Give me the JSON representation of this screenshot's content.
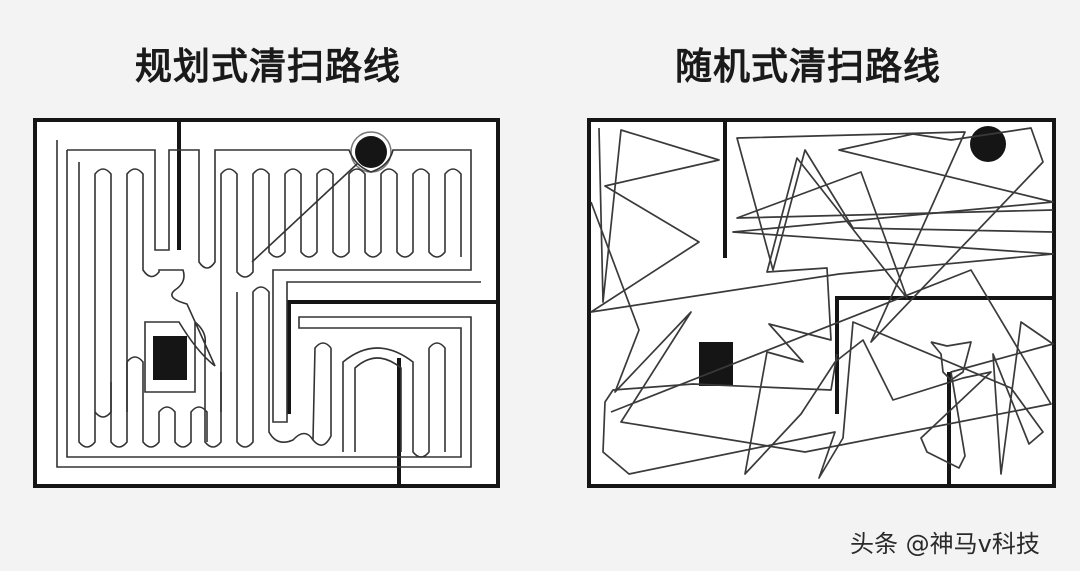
{
  "titles": {
    "left": "规划式清扫路线",
    "right": "随机式清扫路线"
  },
  "watermark": "头条 @神马v科技",
  "colors": {
    "background": "#f3f3f3",
    "wall": "#151515",
    "path": "#333333",
    "obstacle": "#151515"
  },
  "panels": [
    {
      "name": "planned",
      "path_style": "serpentine"
    },
    {
      "name": "random",
      "path_style": "random-bounce"
    }
  ]
}
